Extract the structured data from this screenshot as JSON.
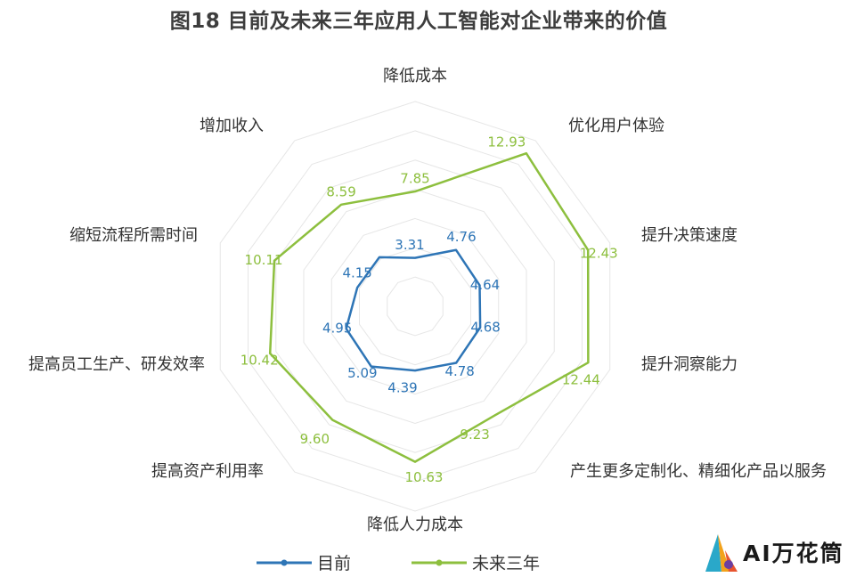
{
  "chart_data": {
    "type": "radar",
    "title": "图18 目前及未来三年应用人工智能对企业带来的价值",
    "axes": [
      "降低成本",
      "优化用户体验",
      "提升决策速度",
      "提升洞察能力",
      "产生更多定制化、精细化产品以服务",
      "降低人力成本",
      "提高资产利用率",
      "提高员工生产、研发效率",
      "缩短流程所需时间",
      "增加收入"
    ],
    "range": [
      0,
      14
    ],
    "grid": true,
    "legend_position": "bottom",
    "series": [
      {
        "name": "目前",
        "color": "#2e75b6",
        "values": [
          3.31,
          4.76,
          4.64,
          4.68,
          4.78,
          4.39,
          5.09,
          4.95,
          4.15,
          4.15
        ],
        "labels": [
          "3.31",
          "4.76",
          "4.64",
          "4.68",
          "4.78",
          "4.39",
          "5.09",
          "4.95",
          "4.15",
          ""
        ]
      },
      {
        "name": "未来三年",
        "color": "#8dbf3e",
        "values": [
          7.85,
          12.93,
          12.43,
          12.44,
          9.23,
          10.63,
          9.6,
          10.42,
          10.11,
          8.59
        ],
        "labels": [
          "7.85",
          "12.93",
          "12.43",
          "12.44",
          "9.23",
          "10.63",
          "9.60",
          "10.42",
          "10.11",
          "8.59"
        ]
      }
    ]
  },
  "watermark": {
    "text": "AI万花筒"
  }
}
